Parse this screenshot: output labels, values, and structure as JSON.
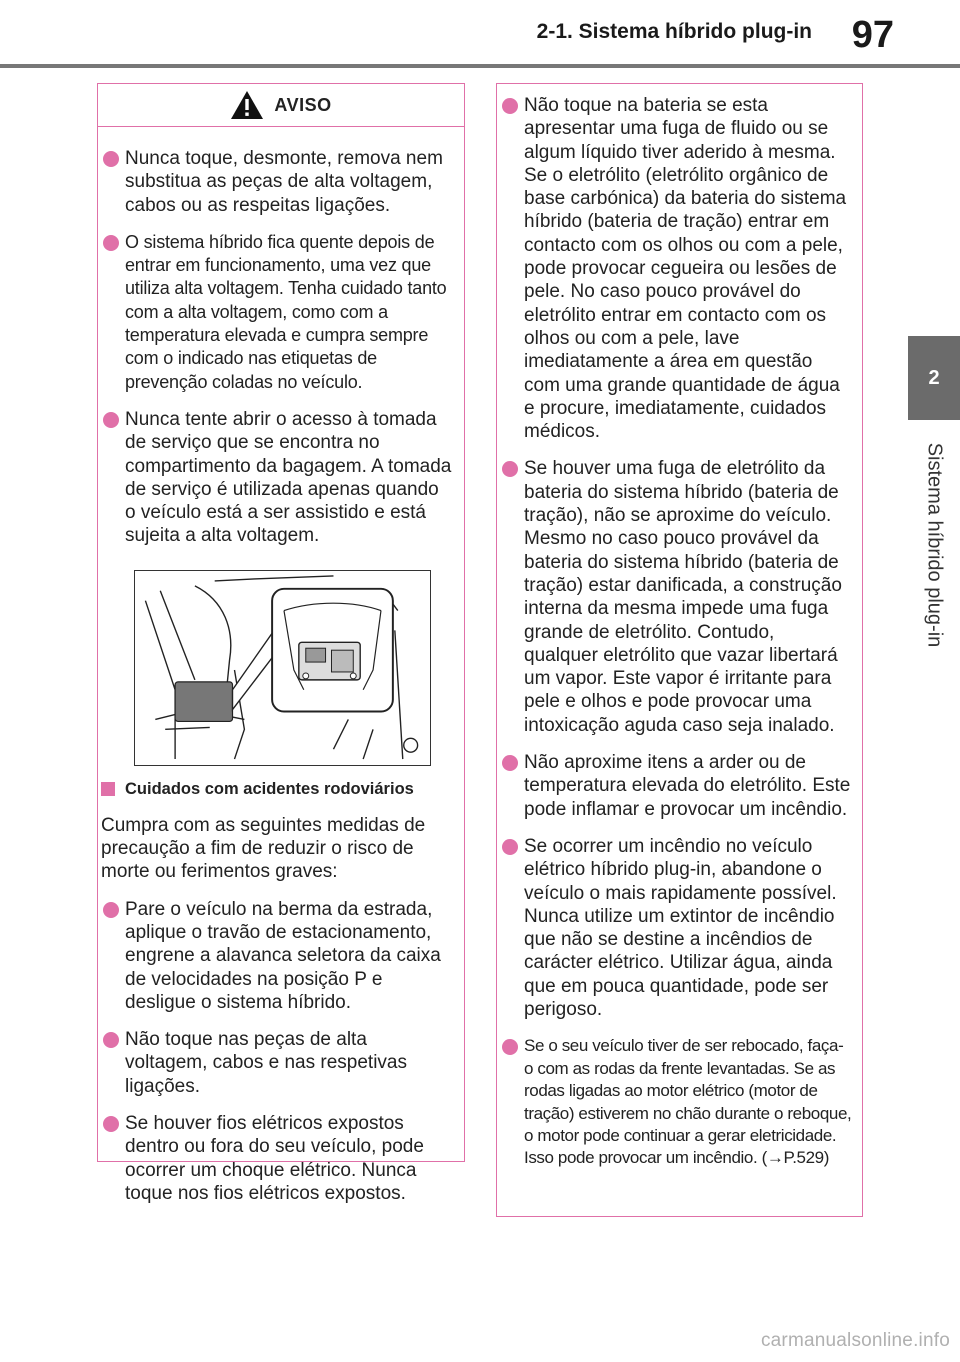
{
  "header": {
    "section_title": "2-1. Sistema híbrido plug-in",
    "page_number": "97"
  },
  "side_tab": {
    "number": "2",
    "label": "Sistema híbrido plug-in"
  },
  "warning_box": {
    "icon": "warning-triangle-icon",
    "title": "AVISO"
  },
  "left_column": {
    "bullets_top": [
      "Nunca toque, desmonte, remova nem substitua as peças de alta voltagem, cabos ou as respeitas ligações.",
      "O sistema híbrido fica quente depois de entrar em funcionamento, uma vez que utiliza alta voltagem. Tenha cuidado tanto com a alta voltagem, como com a temperatura elevada e cumpra sempre com o indicado nas etiquetas de prevenção coladas no veículo.",
      "Nunca tente abrir o acesso à tomada de serviço que se encontra no compartimento da bagagem. A tomada de serviço é utilizada apenas quando o veículo está a ser assistido e está sujeita a alta voltagem."
    ],
    "subheading": "Cuidados com acidentes rodoviários",
    "paragraph": "Cumpra com as seguintes medidas de precaução a fim de reduzir o risco de morte ou ferimentos graves:",
    "bullets_bottom": [
      "Pare o veículo na berma da estrada, aplique o travão de estacionamento, engrene a alavanca seletora da caixa de velocidades na posição P e desligue o sistema híbrido.",
      "Não toque nas peças de alta voltagem, cabos e nas respetivas ligações.",
      "Se houver fios elétricos expostos dentro ou fora do seu veículo, pode ocorrer um choque elétrico. Nunca toque nos fios elétricos expostos."
    ]
  },
  "right_column": {
    "bullets": [
      "Não toque na bateria se esta apresentar uma fuga de fluido ou se algum líquido tiver aderido à mesma. Se o eletrólito (eletrólito orgânico de base carbónica) da bateria do sistema híbrido (bateria de tração) entrar em contacto com os olhos ou com a pele, pode provocar cegueira ou lesões de pele. No caso pouco provável do eletrólito entrar em contacto com os olhos ou com a pele, lave imediatamente a área em questão com uma grande quantidade de água e procure, imediatamente, cuidados médicos.",
      "Se houver uma fuga de eletrólito da bateria do sistema híbrido (bateria de tração), não se aproxime do veículo. Mesmo no caso pouco provável da bateria do sistema híbrido (bateria de tração) estar danificada, a construção interna da mesma impede uma fuga grande de eletrólito. Contudo, qualquer eletrólito que vazar libertará um vapor. Este vapor é irritante para pele e olhos e pode provocar uma intoxicação aguda caso seja inalado.",
      "Não aproxime itens a arder ou de temperatura elevada do eletrólito. Este pode inflamar e provocar um incêndio.",
      "Se ocorrer um incêndio no veículo elétrico híbrido plug-in, abandone o veículo o mais rapidamente possível. Nunca utilize um extintor de incêndio que não se destine a incêndios de carácter elétrico. Utilizar água, ainda que em pouca quantidade, pode ser perigoso.",
      "Se o seu veículo tiver de ser rebocado, faça-o com as rodas da frente levantadas. Se as rodas ligadas ao motor elétrico (motor de tração) estiverem no chão durante o reboque, o motor pode continuar a gerar eletricidade. Isso pode provocar um incêndio. (→P.529)"
    ]
  },
  "watermark": "carmanualsonline.info",
  "colors": {
    "accent": "#e070a8",
    "rule": "#777777",
    "tab": "#6b6b6b"
  }
}
